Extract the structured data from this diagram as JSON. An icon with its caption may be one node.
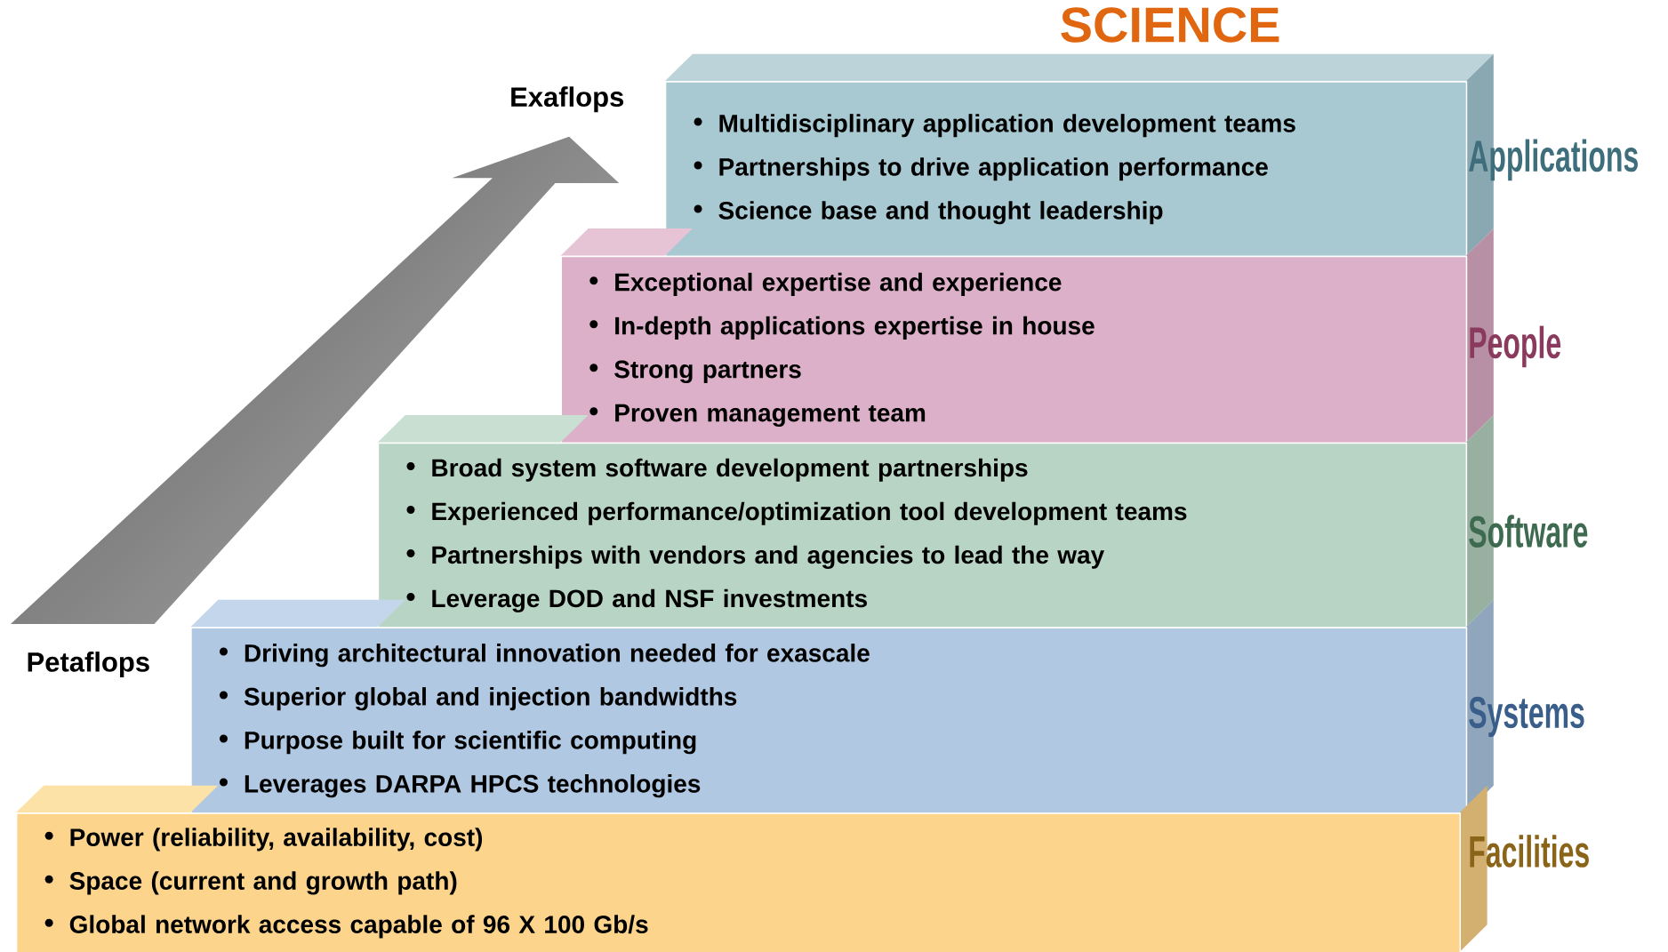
{
  "diagram": {
    "nodes": [
      {
        "text": [
          "Applications",
          "Multidisciplinary application development teams",
          "Partnerships to drive application performance",
          "Science base and thought leadership"
        ]
      },
      {
        "text": [
          "People",
          "Exceptional expertise and experience",
          "In-depth applications expertise in house",
          "Strong partners",
          "Proven management team"
        ]
      },
      {
        "text": [
          "Software",
          "Broad system software development partnerships",
          "Experienced performance/optimization tool development teams",
          "Partnerships with vendors and agencies to lead the way",
          "Leverage DOD and NSF investments"
        ]
      },
      {
        "text": [
          "Systems",
          "Driving architectural innovation needed for exascale",
          "Superior global and injection bandwidths",
          "Purpose built for scientific computing",
          "Leverages DARPA HPCS technologies"
        ]
      },
      {
        "text": [
          "Facilities",
          "Power (reliability, availability, cost)",
          "Space (current and growth path)",
          "Global network access capable of 96 X 100 Gb/s"
        ]
      }
    ],
    "edges": [],
    "labels": [
      "SCIENCE",
      "Exaflops",
      "Petaflops"
    ]
  }
}
